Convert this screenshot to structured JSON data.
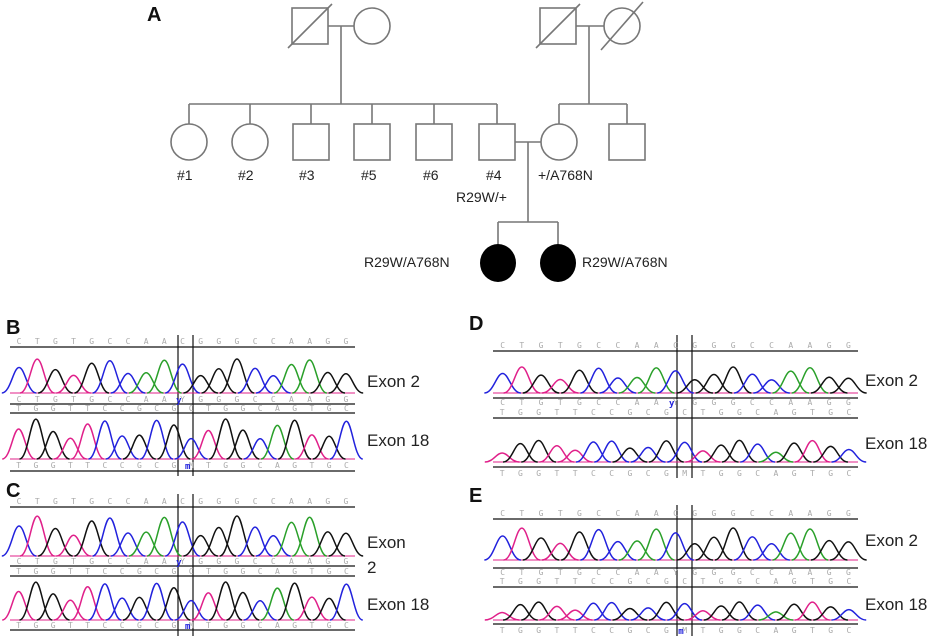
{
  "panels": {
    "a": "A",
    "b": "B",
    "c": "C",
    "d": "D",
    "e": "E"
  },
  "pedigree": {
    "sibling_ids": [
      "#1",
      "#2",
      "#3",
      "#5",
      "#6",
      "#4"
    ],
    "father_genotype": "R29W/+",
    "mother_genotype": "+/A768N",
    "proband_left_genotype": "R29W/A768N",
    "proband_right_genotype": "R29W/A768N",
    "colors": {
      "line": "#777777",
      "affected": "#000000"
    }
  },
  "sequencing": {
    "b": {
      "top_exon": "Exon 2",
      "bottom_exon": "Exon 18"
    },
    "c": {
      "top_exon_line1": "Exon",
      "top_exon_line2": "2",
      "bottom_exon": "Exon 18"
    },
    "d": {
      "top_exon": "Exon 2",
      "bottom_exon": "Exon 18"
    },
    "e": {
      "top_exon": "Exon 2",
      "bottom_exon": "Exon 18"
    },
    "exon2_top_bases": "CTGTGCCAACGGGCCAAGG",
    "exon2_bottom_bases": "CTGTGCCAAYGGGCCAAGG",
    "exon18_top_bases": "TGGTTCCGCGCTGGCAGTGC",
    "exon18_bottom_bases": "TGGTTCCGCGMTGGCAGTGC",
    "het_marker_exon2": "y",
    "het_marker_exon18": "m",
    "trace_colors": {
      "A": "#2aa02a",
      "C": "#2222dd",
      "G": "#111111",
      "T": "#e0208a"
    }
  }
}
